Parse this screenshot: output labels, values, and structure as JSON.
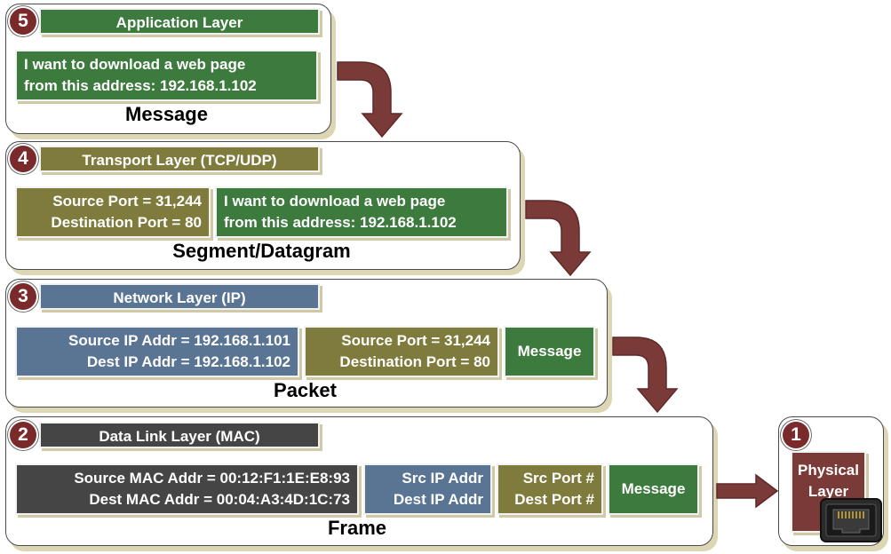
{
  "layers": {
    "application": {
      "number": "5",
      "title": "Application Layer",
      "data_line1": "I want to download a web page",
      "data_line2": "from this address: 192.168.1.102",
      "unit": "Message"
    },
    "transport": {
      "number": "4",
      "title": "Transport Layer (TCP/UDP)",
      "header_line1": "Source Port = 31,244",
      "header_line2": "Destination Port = 80",
      "data_line1": "I want to download a web page",
      "data_line2": "from this address: 192.168.1.102",
      "unit": "Segment/Datagram"
    },
    "network": {
      "number": "3",
      "title": "Network Layer (IP)",
      "ip_line1": "Source IP Addr = 192.168.1.101",
      "ip_line2": "Dest IP Addr = 192.168.1.102",
      "port_line1": "Source Port = 31,244",
      "port_line2": "Destination Port = 80",
      "message": "Message",
      "unit": "Packet"
    },
    "datalink": {
      "number": "2",
      "title": "Data Link Layer (MAC)",
      "mac_line1": "Source MAC Addr = 00:12:F1:1E:E8:93",
      "mac_line2": "Dest MAC Addr = 00:04:A3:4D:1C:73",
      "ip_line1": "Src IP Addr",
      "ip_line2": "Dest IP Addr",
      "port_line1": "Src Port #",
      "port_line2": "Dest Port #",
      "message": "Message",
      "unit": "Frame"
    },
    "physical": {
      "number": "1",
      "title_line1": "Physical",
      "title_line2": "Layer"
    }
  },
  "colors": {
    "application": "#3d7a3e",
    "transport": "#7f7b3d",
    "network": "#5a7494",
    "datalink": "#454545",
    "physical": "#7a3a38",
    "arrow": "#7a3a38"
  },
  "icons": [
    "ethernet-port-icon",
    "down-curved-arrow-icon",
    "right-arrow-icon"
  ]
}
